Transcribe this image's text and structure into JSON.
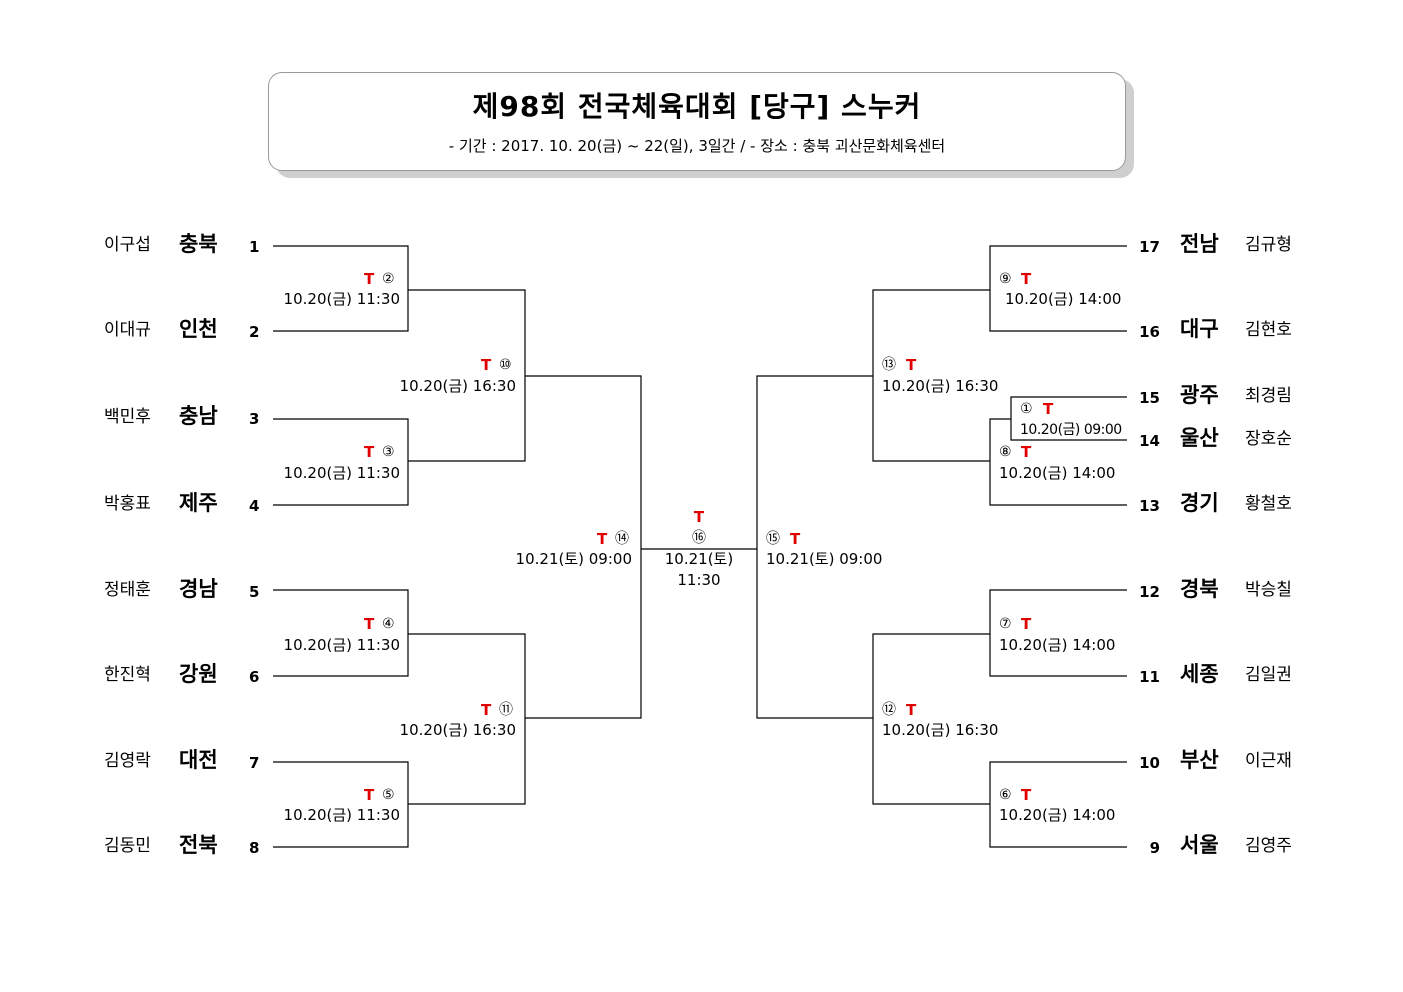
{
  "header": {
    "title": "제98회 전국체육대회 [당구] 스누커",
    "subtitle": "- 기간 : 2017. 10. 20(금) ~ 22(일), 3일간 / - 장소 : 충북 괴산문화체육센터"
  },
  "players": [
    {
      "name": "이구섭",
      "region": "충북",
      "seed": "1"
    },
    {
      "name": "이대규",
      "region": "인천",
      "seed": "2"
    },
    {
      "name": "백민후",
      "region": "충남",
      "seed": "3"
    },
    {
      "name": "박홍표",
      "region": "제주",
      "seed": "4"
    },
    {
      "name": "정태훈",
      "region": "경남",
      "seed": "5"
    },
    {
      "name": "한진혁",
      "region": "강원",
      "seed": "6"
    },
    {
      "name": "김영락",
      "region": "대전",
      "seed": "7"
    },
    {
      "name": "김동민",
      "region": "전북",
      "seed": "8"
    },
    {
      "seed": "17",
      "region": "전남",
      "name": "김규형"
    },
    {
      "seed": "16",
      "region": "대구",
      "name": "김현호"
    },
    {
      "seed": "15",
      "region": "광주",
      "name": "최경림"
    },
    {
      "seed": "14",
      "region": "울산",
      "name": "장호순"
    },
    {
      "seed": "13",
      "region": "경기",
      "name": "황철호"
    },
    {
      "seed": "12",
      "region": "경북",
      "name": "박승칠"
    },
    {
      "seed": "11",
      "region": "세종",
      "name": "김일권"
    },
    {
      "seed": "10",
      "region": "부산",
      "name": "이근재"
    },
    {
      "seed": "9",
      "region": "서울",
      "name": "김영주"
    }
  ],
  "matches": [
    {
      "no": "②",
      "table": "T",
      "time": "10.20(금) 11:30"
    },
    {
      "no": "③",
      "table": "T",
      "time": "10.20(금) 11:30"
    },
    {
      "no": "④",
      "table": "T",
      "time": "10.20(금) 11:30"
    },
    {
      "no": "⑤",
      "table": "T",
      "time": "10.20(금) 11:30"
    },
    {
      "no": "⑩",
      "table": "T",
      "time": "10.20(금) 16:30"
    },
    {
      "no": "⑪",
      "table": "T",
      "time": "10.20(금) 16:30"
    },
    {
      "no": "⑭",
      "table": "T",
      "time": "10.21(토) 09:00"
    },
    {
      "no": "⑯",
      "table": "T",
      "date": "10.21(토)",
      "time": "11:30"
    },
    {
      "no": "⑮",
      "table": "T",
      "time": "10.21(토) 09:00"
    },
    {
      "no": "⑨",
      "table": "T",
      "time": "10.20(금) 14:00"
    },
    {
      "no": "⑬",
      "table": "T",
      "time": "10.20(금) 16:30"
    },
    {
      "no": "①",
      "table": "T",
      "time": "10.20(금) 09:00"
    },
    {
      "no": "⑧",
      "table": "T",
      "time": "10.20(금) 14:00"
    },
    {
      "no": "⑦",
      "table": "T",
      "time": "10.20(금) 14:00"
    },
    {
      "no": "⑫",
      "table": "T",
      "time": "10.20(금) 16:30"
    },
    {
      "no": "⑥",
      "table": "T",
      "time": "10.20(금) 14:00"
    }
  ]
}
